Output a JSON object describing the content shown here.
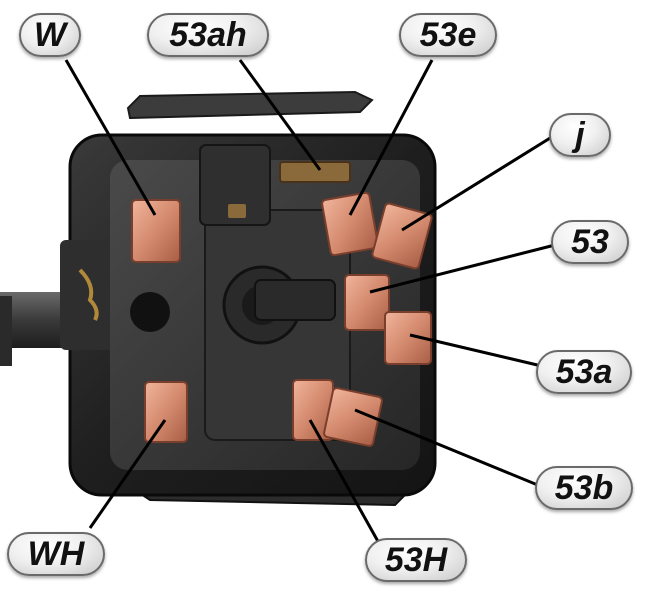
{
  "labels": {
    "W": "W",
    "53ah": "53ah",
    "53e": "53e",
    "j": "j",
    "53": "53",
    "53a": "53a",
    "53b": "53b",
    "WH": "WH",
    "53H": "53H"
  },
  "colors": {
    "background": "#ffffff",
    "terminal": "#d48a6e",
    "housing": "#2a2a2a",
    "leader_line": "#000000",
    "label_fill": "#f2f2f2"
  }
}
